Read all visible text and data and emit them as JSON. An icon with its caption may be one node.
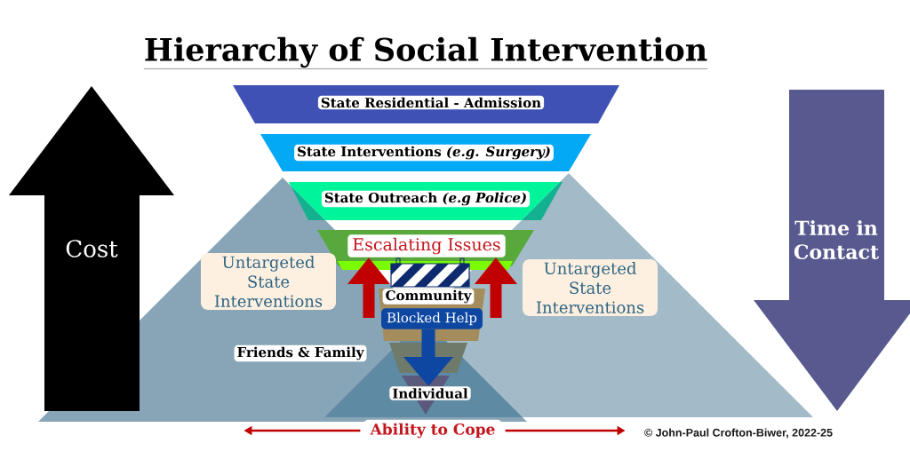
{
  "diagram": {
    "title": "Hierarchy of Social Intervention",
    "nodes": [
      {
        "text": [
          "State Residential - Admission"
        ]
      },
      {
        "text": [
          "State Interventions *(e.g. Surgery)*"
        ]
      },
      {
        "text": [
          "State Outreach *(e.g Police)*"
        ]
      },
      {
        "text": [
          "Escalating Issues"
        ]
      },
      {
        "text": [
          "Community"
        ]
      },
      {
        "text": [
          "Blocked Help"
        ]
      },
      {
        "text": [
          "Friends & Family"
        ]
      },
      {
        "text": [
          "Individual"
        ]
      },
      {
        "text": [
          "Cost"
        ]
      },
      {
        "text": [
          "Untargeted State Interventions"
        ]
      },
      {
        "text": [
          "Untargeted State Interventions"
        ]
      },
      {
        "text": [
          "Time in Contact"
        ]
      },
      {
        "text": [
          "Ability to Cope"
        ]
      }
    ],
    "edges": [
      {
        "from": null,
        "to": 3,
        "arrow": "to",
        "color": "#c00000"
      },
      {
        "from": null,
        "to": 3,
        "arrow": "to",
        "color": "#c00000"
      },
      {
        "from": 5,
        "to": 7,
        "arrow": "to",
        "color": "#0d47a1"
      }
    ],
    "labels": [
      "© John-Paul Crofton-Biwer, 2022-25"
    ]
  }
}
